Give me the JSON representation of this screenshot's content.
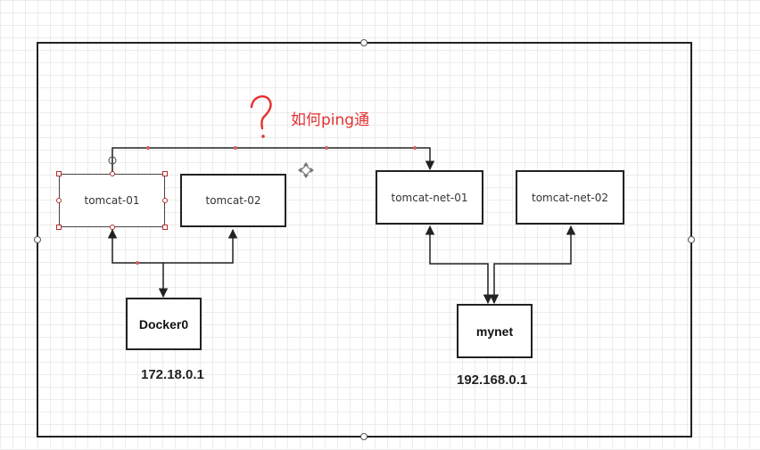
{
  "diagram": {
    "nodes": {
      "tomcat01": "tomcat-01",
      "tomcat02": "tomcat-02",
      "tomcatnet01": "tomcat-net-01",
      "tomcatnet02": "tomcat-net-02",
      "docker0": "Docker0",
      "mynet": "mynet"
    },
    "ips": {
      "docker0": "172.18.0.1",
      "mynet": "192.168.0.1"
    },
    "annotation": {
      "mark": "?",
      "text": "如何ping通"
    },
    "colors": {
      "line": "#222222",
      "annotation": "#e53030",
      "grid": "#ececec"
    }
  }
}
